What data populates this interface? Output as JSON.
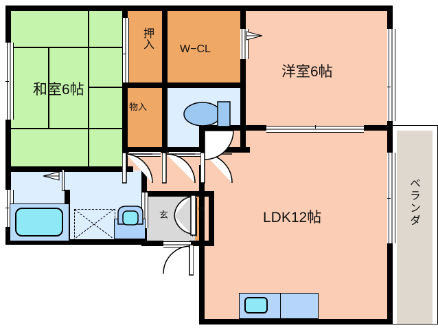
{
  "plan": {
    "type": "apartment-floor-plan",
    "title": "",
    "rooms": [
      {
        "id": "washitsu",
        "label": "和室6帖",
        "type": "japanese-room",
        "size_jo": 6,
        "fill": "#c5f5ac"
      },
      {
        "id": "yoshitsu",
        "label": "洋室6帖",
        "type": "western-room",
        "size_jo": 6,
        "fill": "#fbcdb4"
      },
      {
        "id": "ldk",
        "label": "LDK12帖",
        "type": "living-dining-kitchen",
        "size_jo": 12,
        "fill": "#fbcdb4"
      },
      {
        "id": "oshiire",
        "label": "押入",
        "type": "closet",
        "fill": "#f0a867"
      },
      {
        "id": "wcl",
        "label": "W−CL",
        "type": "walk-in-closet",
        "fill": "#f0a867"
      },
      {
        "id": "monoire-upper",
        "label": "物入",
        "type": "storage",
        "fill": "#f0a867"
      },
      {
        "id": "monoire-entry",
        "label": "物入",
        "type": "storage",
        "fill": "#f0a867"
      },
      {
        "id": "genkan",
        "label": "玄",
        "type": "entrance",
        "fill": "#d9d9d9"
      },
      {
        "id": "veranda",
        "label": "ベランダ",
        "type": "balcony",
        "fill": "#ded8ce"
      },
      {
        "id": "bath",
        "label": "",
        "type": "bathroom",
        "fill": "#ddeeff"
      },
      {
        "id": "washroom",
        "label": "",
        "type": "washroom",
        "fill": "#ddeeff"
      },
      {
        "id": "toilet",
        "label": "",
        "type": "toilet",
        "fill": "#ddeeff"
      },
      {
        "id": "hallway",
        "label": "",
        "type": "hallway",
        "fill": "#fbcdb4"
      }
    ],
    "fixtures": [
      {
        "id": "bathtub",
        "name": "bathtub"
      },
      {
        "id": "washing-machine",
        "name": "washing-machine-space"
      },
      {
        "id": "wash-basin",
        "name": "wash-basin"
      },
      {
        "id": "toilet-bowl",
        "name": "toilet-bowl"
      },
      {
        "id": "kitchen-counter",
        "name": "kitchen-counter"
      },
      {
        "id": "kitchen-sink",
        "name": "kitchen-sink"
      }
    ],
    "colors": {
      "tatami": "#c5f5ac",
      "room": "#fbcdb4",
      "closet": "#f0a867",
      "water": "#ddeeff",
      "genkan": "#d9d9d9",
      "veranda": "#ded8ce",
      "wall": "#000000",
      "tub": "#8fe8f5",
      "kitchen": "#b6d5fb"
    }
  },
  "labels": {
    "washitsu": "和室6帖",
    "yoshitsu": "洋室6帖",
    "ldk": "LDK12帖",
    "oshiire": "押入",
    "wcl": "W−CL",
    "monoire_upper": "物入",
    "monoire_entry": "物入",
    "genkan": "玄",
    "veranda": "ベランダ"
  }
}
